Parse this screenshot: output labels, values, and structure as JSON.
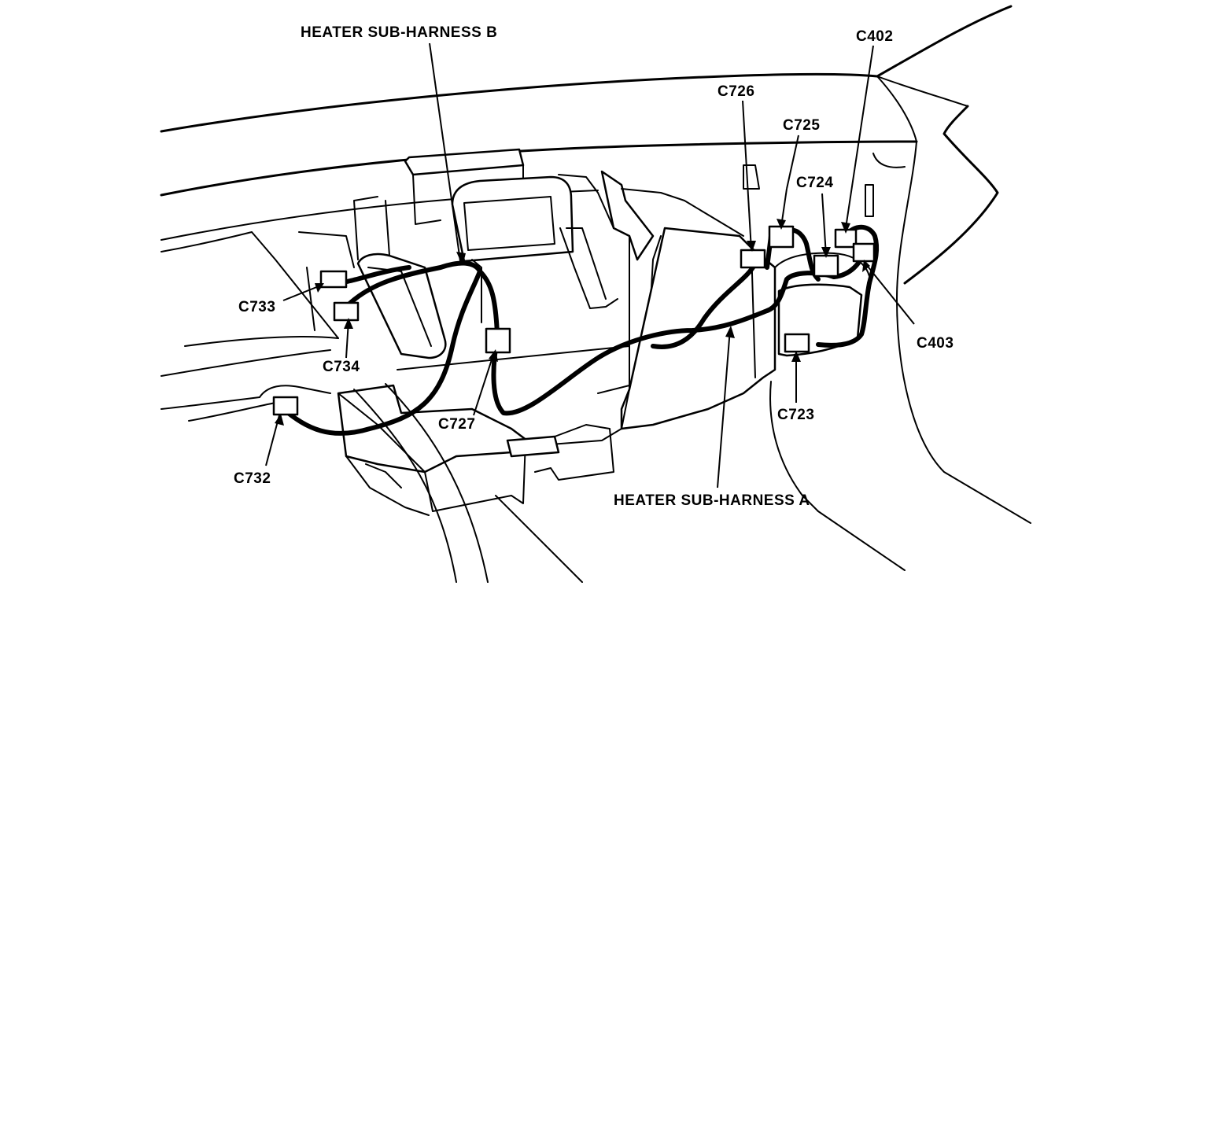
{
  "diagram": {
    "harness_labels": {
      "sub_harness_b": "HEATER SUB-HARNESS B",
      "sub_harness_a": "HEATER SUB-HARNESS A"
    },
    "connectors": {
      "c402": "C402",
      "c726": "C726",
      "c725": "C725",
      "c724": "C724",
      "c403": "C403",
      "c733": "C733",
      "c734": "C734",
      "c727": "C727",
      "c723": "C723",
      "c732": "C732"
    }
  }
}
